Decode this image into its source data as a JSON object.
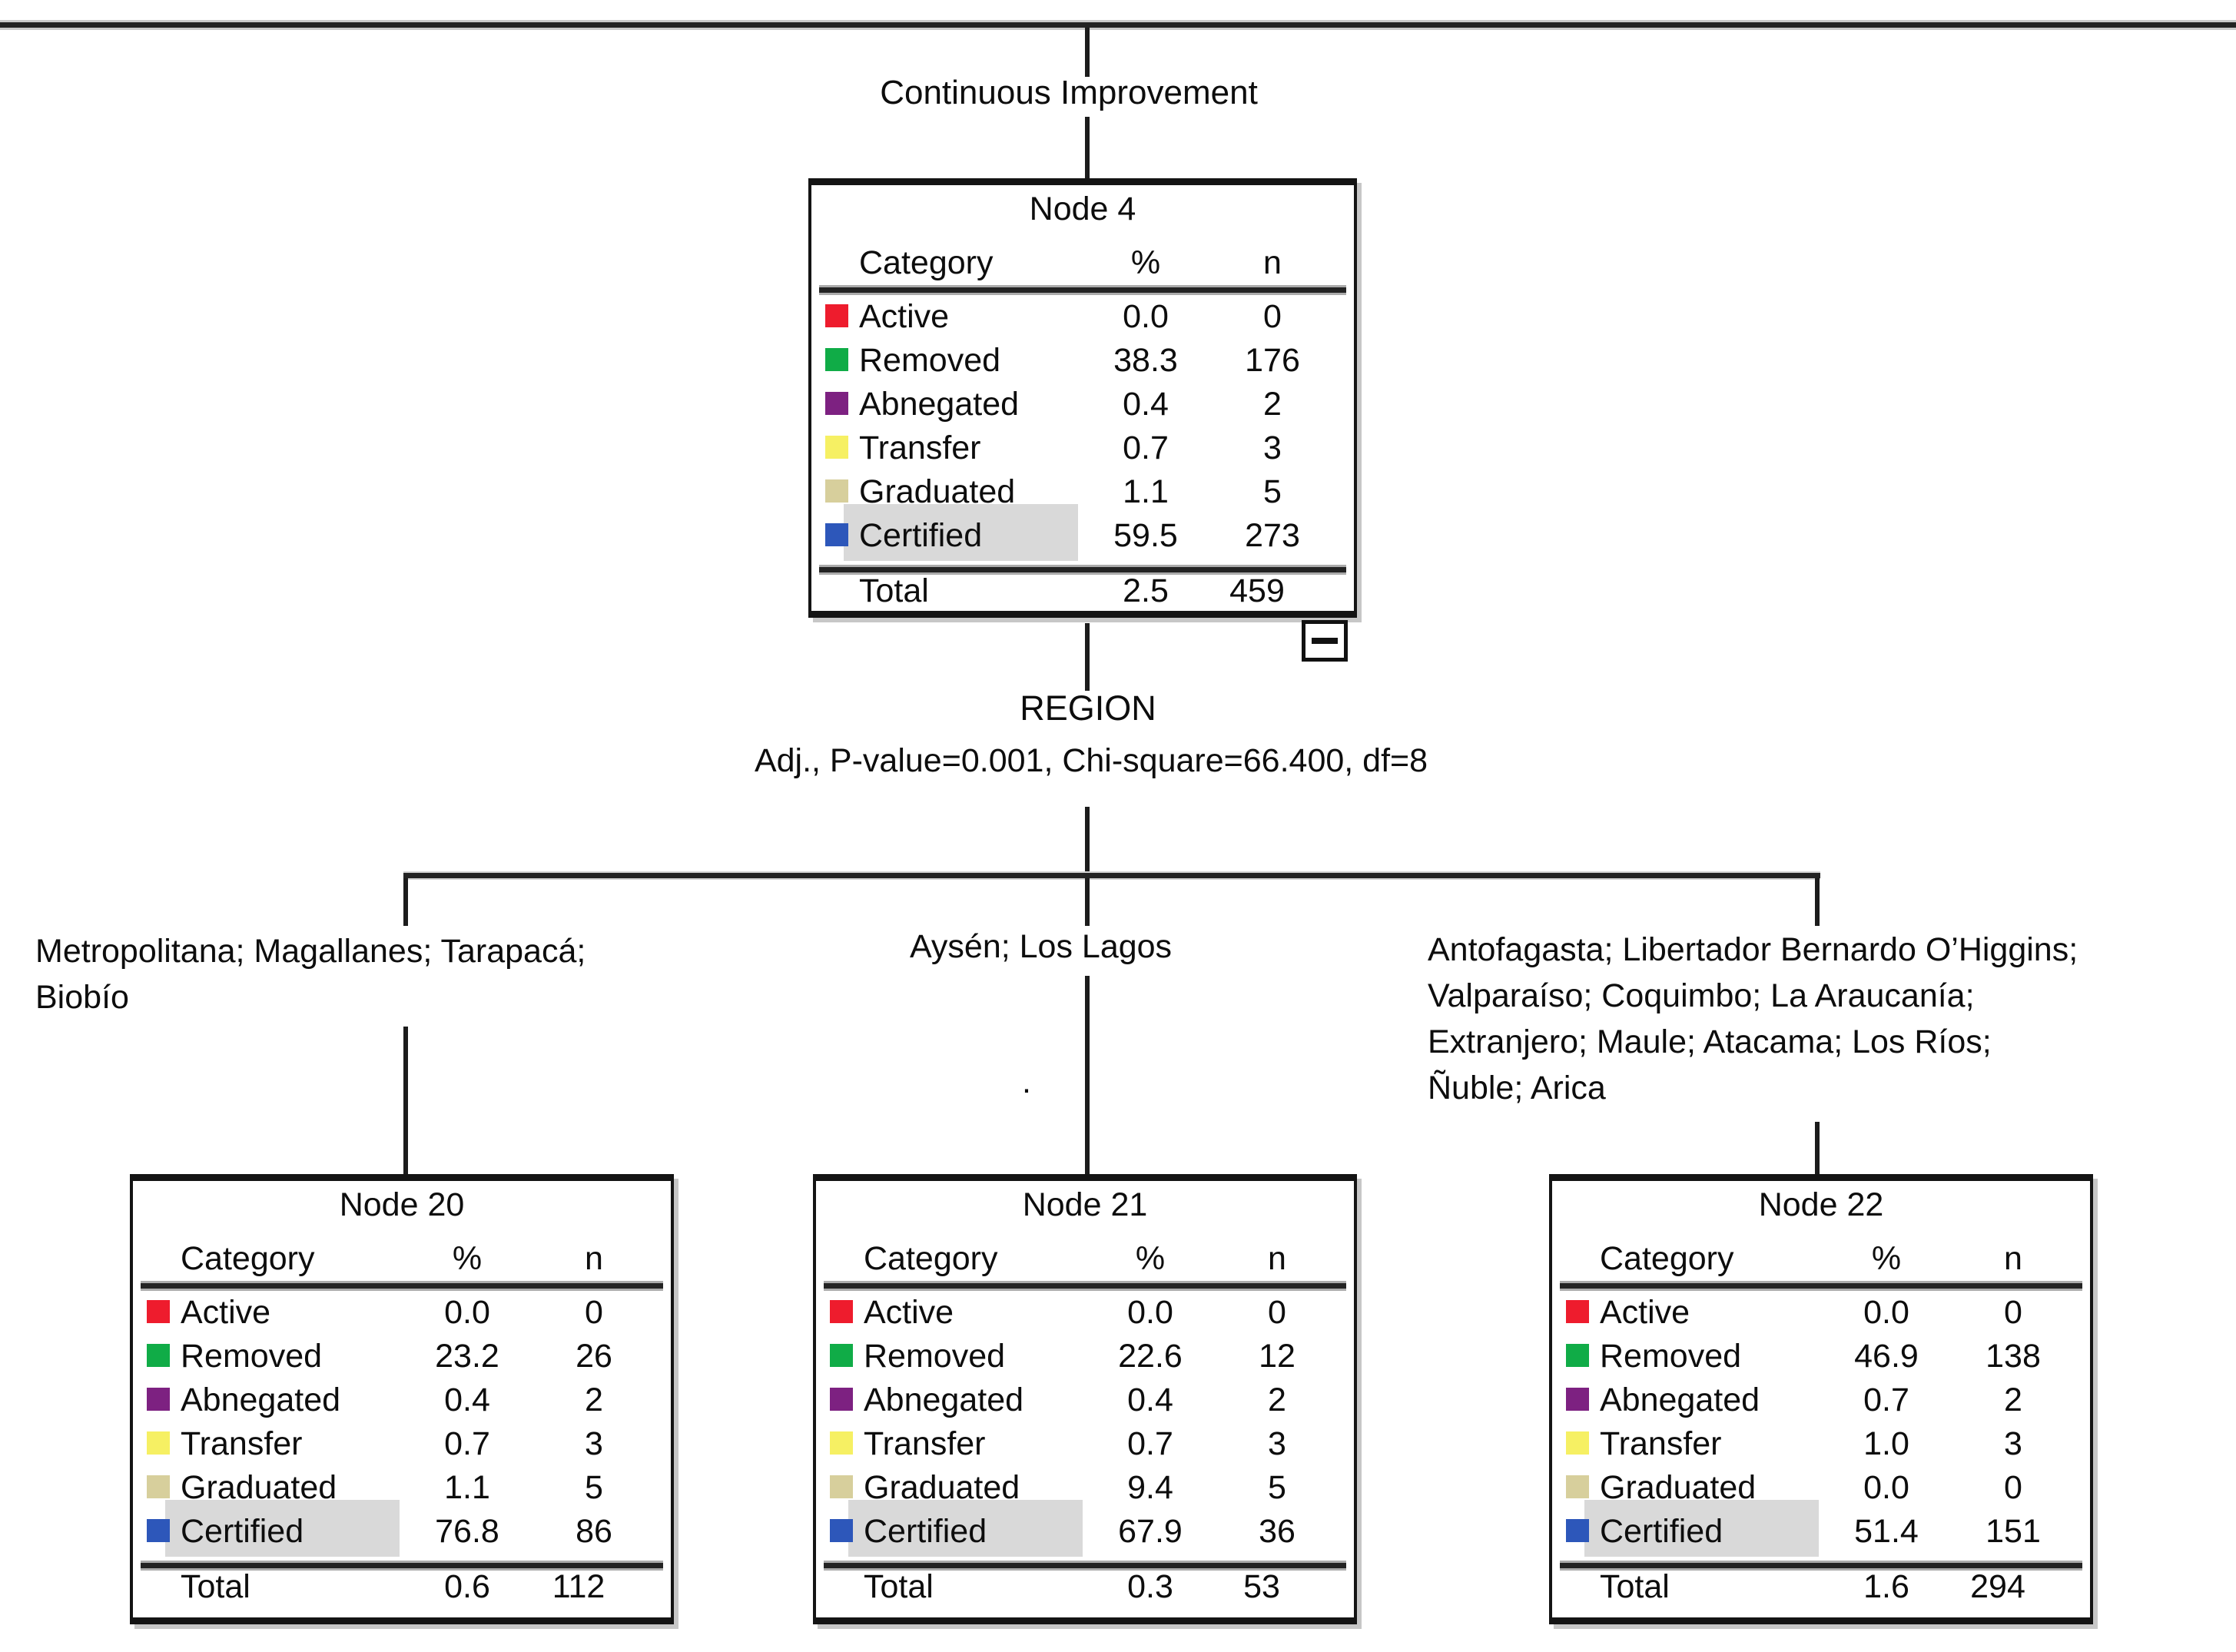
{
  "root_connector_label": "Continuous Improvement",
  "split": {
    "variable": "REGION",
    "stats": "Adj., P-value=0.001, Chi-square=66.400, df=8"
  },
  "table": {
    "category_header": "Category",
    "pct_header": "%",
    "n_header": "n",
    "total_label": "Total"
  },
  "categories": [
    {
      "label": "Active",
      "color": "#ee1c2d"
    },
    {
      "label": "Removed",
      "color": "#10ac47"
    },
    {
      "label": "Abnegated",
      "color": "#7d2181"
    },
    {
      "label": "Transfer",
      "color": "#f6f063"
    },
    {
      "label": "Graduated",
      "color": "#d7cf9c"
    },
    {
      "label": "Certified",
      "color": "#2d57ba"
    }
  ],
  "highlight": {
    "category": "Certified",
    "color": "#d9d9d9"
  },
  "collapse_button": {
    "icon": "minus-icon"
  },
  "stray_mark": ".",
  "nodes": [
    {
      "title": "Node 4",
      "pct": [
        "0.0",
        "38.3",
        "0.4",
        "0.7",
        "1.1",
        "59.5"
      ],
      "n": [
        "0",
        "176",
        "2",
        "3",
        "5",
        "273"
      ],
      "total_pct": "2.5",
      "total_n": "459"
    },
    {
      "title": "Node 20",
      "branch_label": "Metropolitana; Magallanes; Tarapacá;\nBiobío",
      "pct": [
        "0.0",
        "23.2",
        "0.4",
        "0.7",
        "1.1",
        "76.8"
      ],
      "n": [
        "0",
        "26",
        "2",
        "3",
        "5",
        "86"
      ],
      "total_pct": "0.6",
      "total_n": "112"
    },
    {
      "title": "Node 21",
      "branch_label": "Aysén; Los Lagos",
      "pct": [
        "0.0",
        "22.6",
        "0.4",
        "0.7",
        "9.4",
        "67.9"
      ],
      "n": [
        "0",
        "12",
        "2",
        "3",
        "5",
        "36"
      ],
      "total_pct": "0.3",
      "total_n": "53"
    },
    {
      "title": "Node 22",
      "branch_label": "Antofagasta; Libertador Bernardo O’Higgins;\nValparaíso; Coquimbo; La Araucanía;\nExtranjero; Maule; Atacama; Los Ríos;\nÑuble; Arica",
      "pct": [
        "0.0",
        "46.9",
        "0.7",
        "1.0",
        "0.0",
        "51.4"
      ],
      "n": [
        "0",
        "138",
        "2",
        "3",
        "0",
        "151"
      ],
      "total_pct": "1.6",
      "total_n": "294"
    }
  ]
}
